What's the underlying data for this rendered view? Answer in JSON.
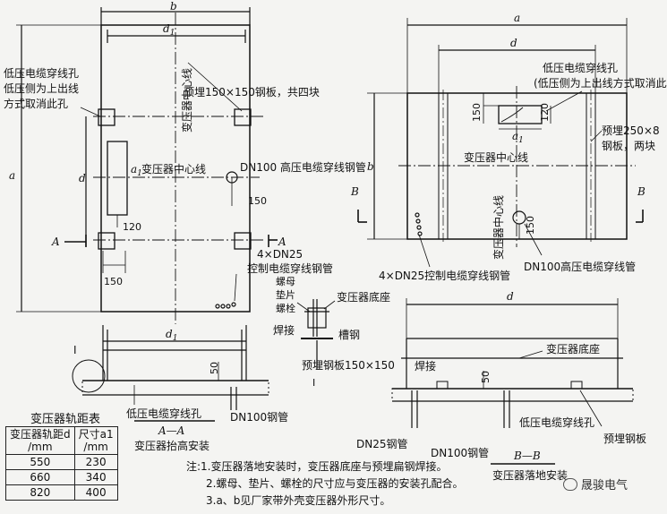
{
  "left_plan": {
    "dim_b": "b",
    "dim_d1": "d",
    "dim_d1_sub": "1",
    "dim_a": "a",
    "dim_d": "d",
    "dim_a1": "a",
    "dim_a1_sub": "1",
    "low_voltage_hole_lines": [
      "低压电缆穿线孔",
      "低压侧为上出线",
      "方式取消此孔"
    ],
    "embedded_plate": "预埋150×150钢板，共四块",
    "transformer_center_vertical": "变压器中心线",
    "transformer_center_horizontal": "变压器中心线",
    "hv_pipe": "DN100 高压电缆穿线钢管",
    "dim_150_right": "150",
    "dim_120": "120",
    "dim_150_bottom": "150",
    "section_mark": "A",
    "control_pipe_lines": [
      "4×DN25",
      "控制电缆穿线钢管"
    ]
  },
  "detail": {
    "nut": "螺母",
    "washer": "垫片",
    "bolt": "螺栓",
    "base": "变压器底座",
    "weld": "焊接",
    "channel": "槽钢",
    "plate": "预埋钢板150×150",
    "mark": "I"
  },
  "section_aa": {
    "dim_d1": "d",
    "dim_d1_sub": "1",
    "dim_50": "50",
    "mark_I": "I",
    "lv_hole": "低压电缆穿线孔",
    "pipe": "DN100钢管",
    "title": "A—A",
    "subtitle": "变压器抬高安装"
  },
  "right_plan": {
    "dim_a": "a",
    "dim_d": "d",
    "dim_b": "b",
    "dim_a1": "a",
    "dim_a1_sub": "1",
    "dim_150": "150",
    "dim_120": "120",
    "dim_150_bottom": "150",
    "lv_hole_lines": [
      "低压电缆穿线孔",
      "(低压侧为上出线方式取消此孔)"
    ],
    "plate_lines": [
      "预埋250×8",
      "钢板，两块"
    ],
    "center_h": "变压器中心线",
    "center_v": "变压器中心线",
    "section_mark": "B",
    "ctrl_pipe": "4×DN25控制电缆穿线钢管",
    "hv_pipe": "DN100高压电缆穿线管"
  },
  "section_bb": {
    "dim_d": "d",
    "base": "变压器底座",
    "weld": "焊接",
    "dim_50": "50",
    "lv_hole": "低压电缆穿线孔",
    "plate": "预埋钢板",
    "dn25": "DN25钢管",
    "dn100": "DN100钢管",
    "title": "B—B",
    "subtitle": "变压器落地安装"
  },
  "table": {
    "title": "变压器轨距表",
    "headers": [
      "变压器轨距d\n/mm",
      "尺寸a1\n/mm"
    ],
    "rows": [
      [
        "550",
        "230"
      ],
      [
        "660",
        "340"
      ],
      [
        "820",
        "400"
      ]
    ]
  },
  "notes": [
    "注:1.变压器落地安装时，变压器底座与预埋扁钢焊接。",
    "2.螺母、垫片、螺栓的尺寸应与变压器的安装孔配合。",
    "3.a、b见厂家带外壳变压器外形尺寸。"
  ],
  "watermark": "晟骏电气"
}
